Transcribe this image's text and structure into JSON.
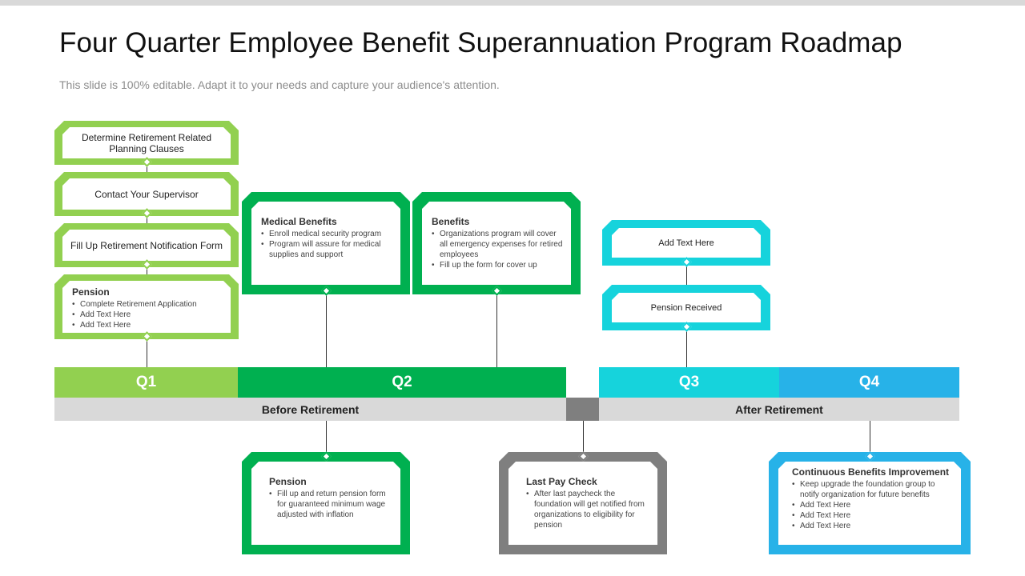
{
  "title": "Four Quarter Employee Benefit Superannuation Program Roadmap",
  "subtitle": "This slide is 100% editable. Adapt it to your needs and capture your audience's attention.",
  "colors": {
    "q1": "#92d050",
    "q2": "#00b050",
    "q3": "#16d3dc",
    "q4": "#27b2e8",
    "gray": "#7f7f7f",
    "phase": "#d9d9d9"
  },
  "quarters": [
    "Q1",
    "Q2",
    "Q3",
    "Q4"
  ],
  "phases": {
    "before": "Before Retirement",
    "after": "After Retirement"
  },
  "q1": {
    "b1": "Determine Retirement Related Planning Clauses",
    "b2": "Contact Your Supervisor",
    "b3": "Fill Up Retirement Notification Form",
    "pension": {
      "title": "Pension",
      "items": [
        "Complete Retirement Application",
        "Add Text Here",
        "Add Text Here"
      ]
    }
  },
  "q2": {
    "medical": {
      "title": "Medical Benefits",
      "items": [
        "Enroll medical security program",
        "Program will assure for medical supplies and support"
      ]
    },
    "benefits": {
      "title": "Benefits",
      "items": [
        "Organizations program will cover all emergency expenses for retired employees",
        "Fill up the form for cover up"
      ]
    },
    "pension": {
      "title": "Pension",
      "items": [
        "Fill up and return pension form for guaranteed minimum wage adjusted with inflation"
      ]
    }
  },
  "mid": {
    "title": "Last Pay Check",
    "items": [
      "After last paycheck the foundation will get notified from organizations to eligibility for pension"
    ]
  },
  "q3": {
    "b1": "Add Text Here",
    "b2": "Pension Received"
  },
  "q4": {
    "title": "Continuous Benefits Improvement",
    "items": [
      "Keep upgrade the foundation group to notify organization for future benefits",
      "Add Text Here",
      "Add Text Here",
      "Add Text Here"
    ]
  }
}
